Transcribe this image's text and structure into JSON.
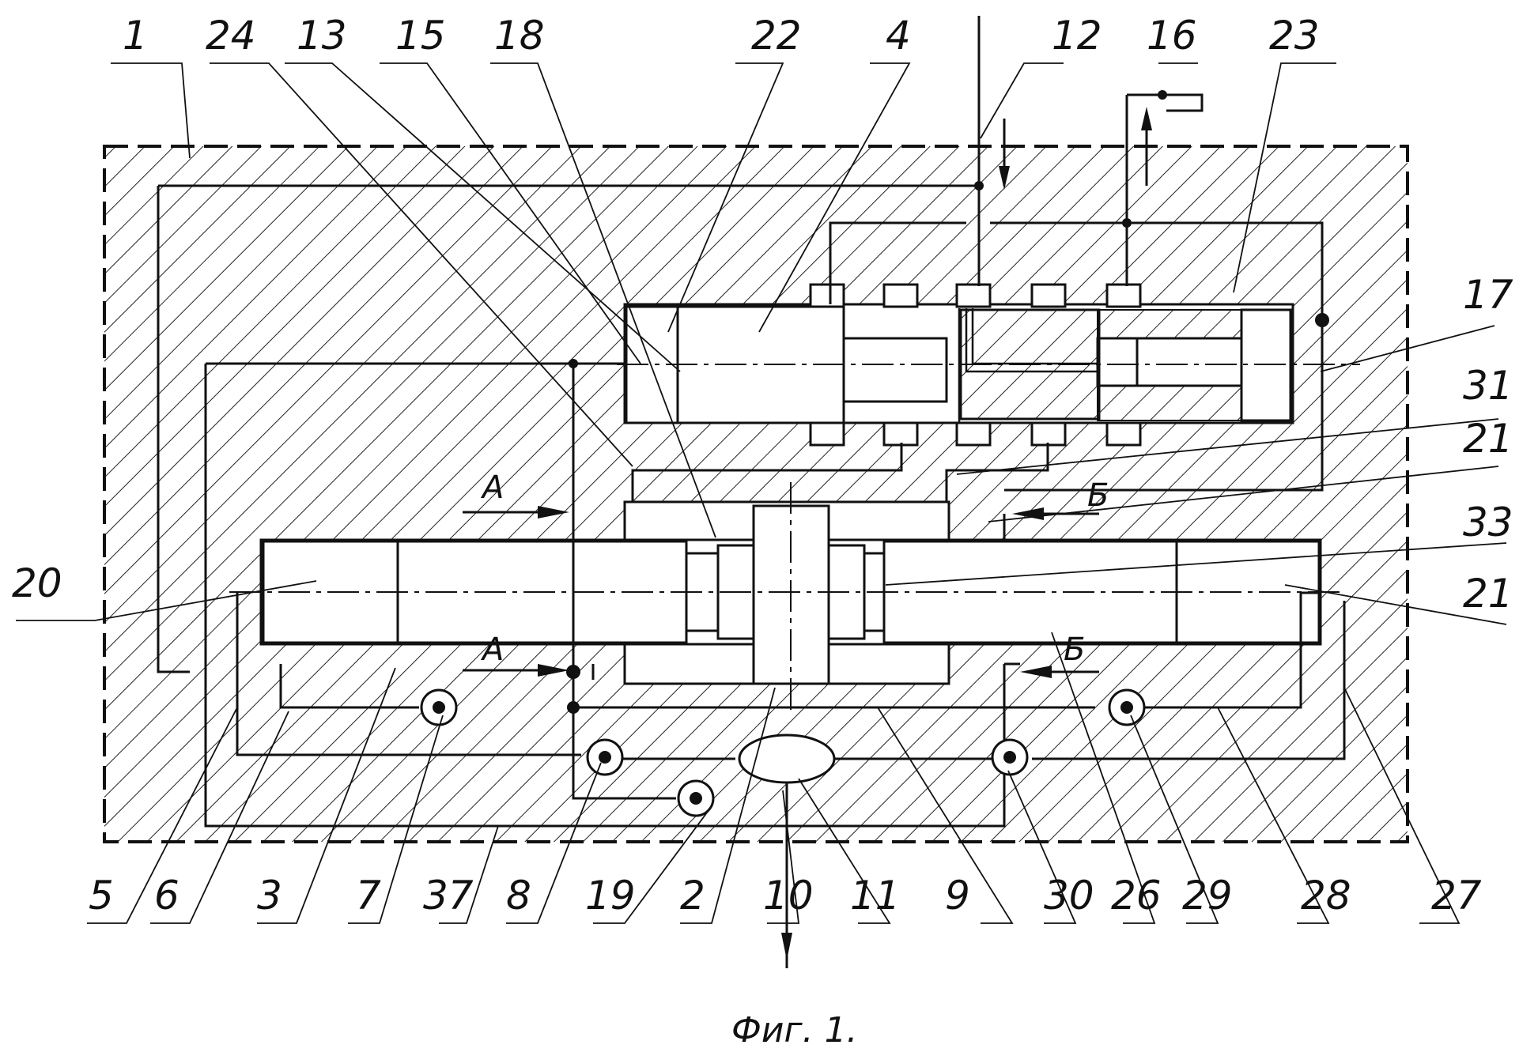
{
  "caption": "Фиг. 1.",
  "labels": {
    "n1": "1",
    "n2": "2",
    "n3": "3",
    "n4": "4",
    "n5": "5",
    "n6": "6",
    "n7": "7",
    "n8": "8",
    "n9": "9",
    "n10": "10",
    "n11": "11",
    "n12": "12",
    "n13": "13",
    "n15": "15",
    "n16": "16",
    "n17": "17",
    "n18": "18",
    "n19": "19",
    "n20": "20",
    "n21a": "21",
    "n21b": "21",
    "n22": "22",
    "n23": "23",
    "n24": "24",
    "n26": "26",
    "n27": "27",
    "n28": "28",
    "n29": "29",
    "n30": "30",
    "n31": "31",
    "n33": "33",
    "n37": "37"
  },
  "section_marks": {
    "a_top": "А",
    "a_bottom": "А",
    "b_top": "Б",
    "b_bottom": "Б"
  },
  "colors": {
    "ink": "#111111",
    "paper": "#ffffff"
  }
}
